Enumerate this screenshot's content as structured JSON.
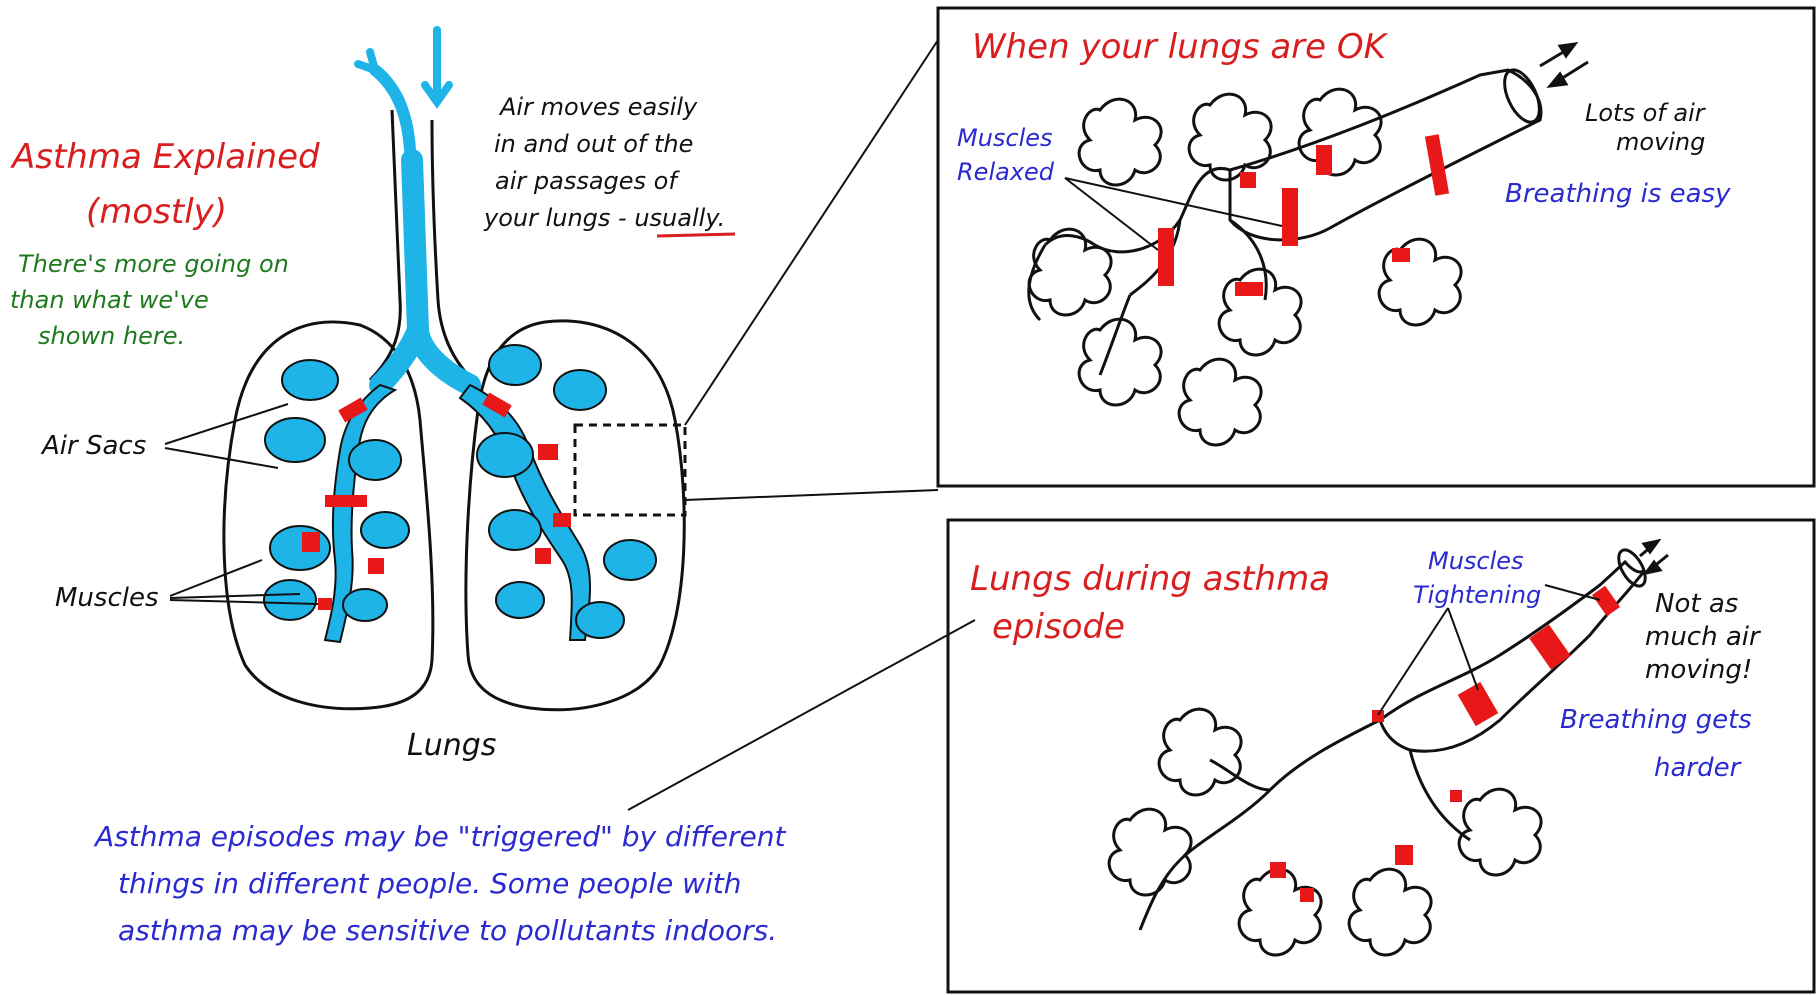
{
  "title": {
    "line1": "Asthma Explained",
    "line2": "(mostly)"
  },
  "note": {
    "line1": "There's more going on",
    "line2": "than what we've",
    "line3": "shown here."
  },
  "air_note": {
    "line1": "Air moves easily",
    "line2": "in and out of the",
    "line3": "air passages of",
    "line4_prefix": "your lungs - ",
    "line4_emph": "usually",
    "line4_suffix": "."
  },
  "labels": {
    "air_sacs": "Air Sacs",
    "muscles": "Muscles",
    "lungs": "Lungs"
  },
  "panel_ok": {
    "title": "When your lungs are OK",
    "muscles_line1": "Muscles",
    "muscles_line2": "Relaxed",
    "air_line1": "Lots of air",
    "air_line2": "moving",
    "breathing": "Breathing is easy"
  },
  "panel_asthma": {
    "title_line1": "Lungs during asthma",
    "title_line2": "episode",
    "muscles_line1": "Muscles",
    "muscles_line2": "Tightening",
    "air_line1": "Not as",
    "air_line2": "much air",
    "air_line3": "moving!",
    "breathing_line1": "Breathing gets",
    "breathing_line2": "harder"
  },
  "triggers": {
    "line1": "Asthma episodes may be \"triggered\" by different",
    "line2": "things in different people.  Some people with",
    "line3": "asthma may be sensitive to pollutants indoors."
  },
  "colors": {
    "title_red": "#d81e1e",
    "note_green": "#1f7a1f",
    "blue_text": "#2a2ad0",
    "airway_blue": "#1eb4e8",
    "muscle_red": "#e81818",
    "ink": "#111111"
  }
}
